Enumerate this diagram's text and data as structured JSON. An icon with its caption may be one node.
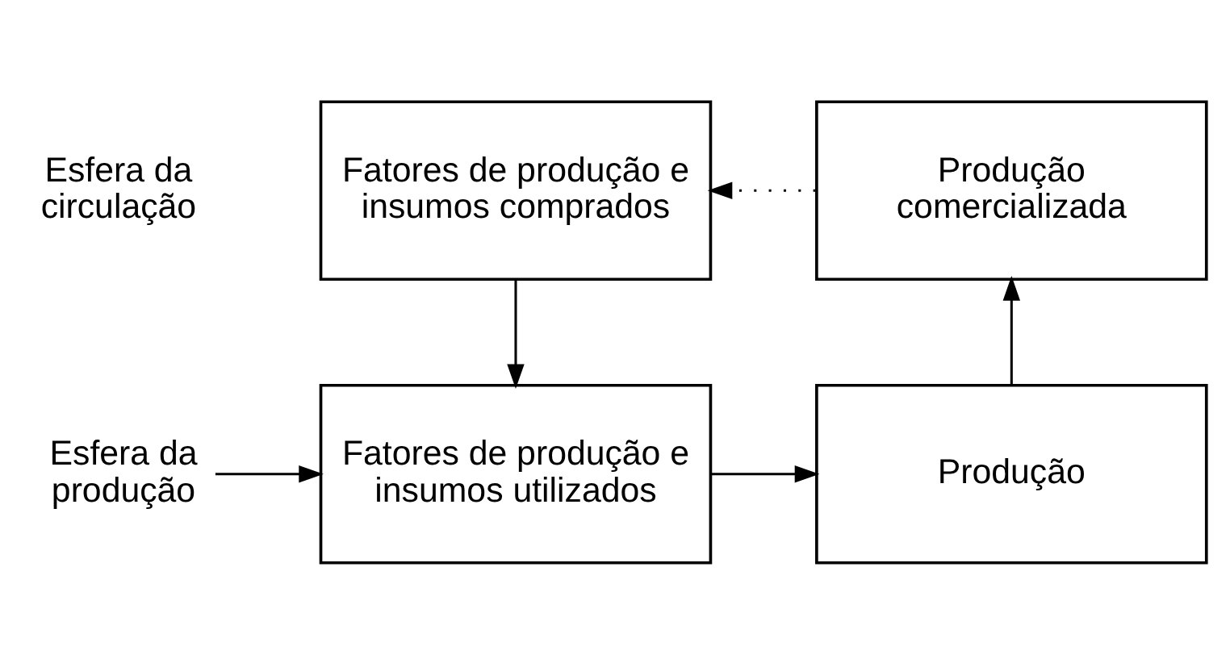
{
  "diagram": {
    "nodes": [
      {
        "text": [
          "Fatores de produção e insumos comprados"
        ]
      },
      {
        "text": [
          "Produção comercializada"
        ]
      },
      {
        "text": [
          "Esfera da produção"
        ]
      },
      {
        "text": [
          "Fatores de produção e insumos utilizados"
        ]
      },
      {
        "text": [
          "Produção"
        ]
      }
    ],
    "edges": [
      {
        "from": 1,
        "to": 0,
        "arrow": "to",
        "style": "dashed"
      },
      {
        "from": 0,
        "to": 3,
        "arrow": "to"
      },
      {
        "from": 2,
        "to": 3,
        "arrow": "to"
      },
      {
        "from": 3,
        "to": 4,
        "arrow": "to"
      },
      {
        "from": 4,
        "to": 1,
        "arrow": "to"
      }
    ],
    "labels": [
      "Esfera da circulação"
    ]
  }
}
